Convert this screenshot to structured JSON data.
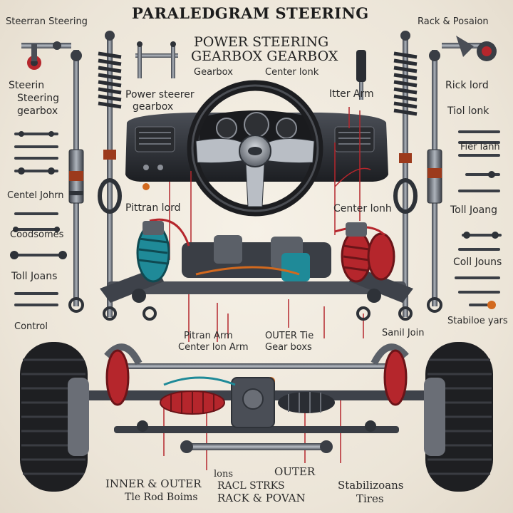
{
  "colors": {
    "background": "#efe9de",
    "steel": "#5b6068",
    "dark_steel": "#2e3238",
    "red_accent": "#b5262c",
    "teal_accent": "#1f8a98",
    "orange_accent": "#d2691e",
    "tire": "#1e1f22"
  },
  "header": {
    "title": "PARALEDGRAM STEERING",
    "top_left_label": "Steerran Steering",
    "top_right_label": "Rack & Posaion"
  },
  "center_heading": {
    "line1": "POWER STEERING",
    "line2": "GEARBOX GEARBOX"
  },
  "labels": {
    "gearbox": "Gearbox",
    "center_lonk": "Center lonk",
    "power_steerer": "Power steerer",
    "gearbox_lower": "gearbox",
    "itter_arm": "Itter Arm",
    "steerin_steering": "Steerin",
    "steering_gearbox_1": "Steering",
    "steering_gearbox_2": "gearbox",
    "centel_johrn": "Centel Johrn",
    "coodsomes": "Coodsomes",
    "toll_joans_left": "Toll Joans",
    "control": "Control",
    "pittran_lord": "Pittran lord",
    "center_lonh": "Center lonh",
    "pitran_arm": "Pitran Arm",
    "center_lon_arm": "Center lon Arm",
    "outer_tie": "OUTER Tie",
    "gear_boxs": "Gear boxs",
    "sanil_join": "Sanil Join",
    "rick_lord": "Rick lord",
    "tiol_lonk": "Tiol lonk",
    "fier_lanh": "Fier lanh",
    "toll_joang_right": "Toll Joang",
    "coll_jouns": "Coll Jouns",
    "stabilice_yars": "Stabiloe yars"
  },
  "bottom": {
    "inner_outer_1": "INNER & OUTER",
    "inner_outer_2": "Tle Rod Boims",
    "lons": "lons",
    "outer": "OUTER",
    "racl_strks": "RACL STRKS",
    "rack_povan": "RACK & POVAN",
    "stabilizoans": "Stabilizoans",
    "tires": "Tires"
  }
}
